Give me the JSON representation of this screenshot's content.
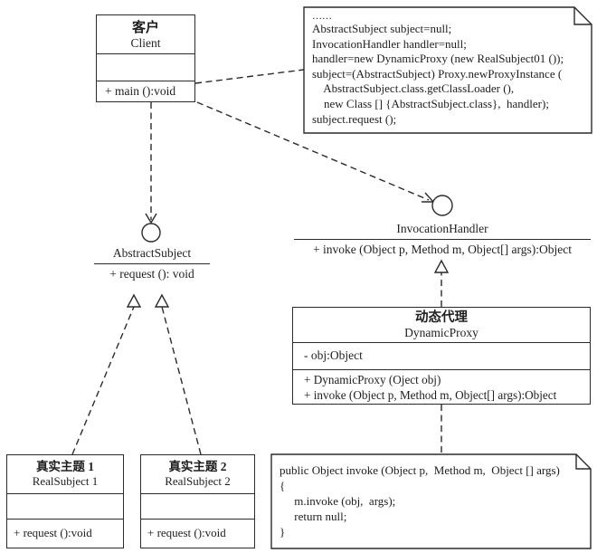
{
  "colors": {
    "line": "#2b2b2b",
    "background": "#ffffff"
  },
  "client": {
    "title_cn": "客户",
    "title_en": "Client",
    "method": "+ main ():void"
  },
  "abstract_subject": {
    "name": "AbstractSubject",
    "method": "+ request (): void"
  },
  "invocation_handler": {
    "name": "InvocationHandler",
    "method": "+ invoke (Object p, Method m, Object[] args):Object"
  },
  "dynamic_proxy": {
    "title_cn": "动态代理",
    "title_en": "DynamicProxy",
    "attribute": "- obj:Object",
    "method1": "+ DynamicProxy (Oject obj)",
    "method2": "+ invoke (Object p, Method m, Object[] args):Object"
  },
  "real_subject_1": {
    "title_cn": "真实主题 1",
    "title_en": "RealSubject 1",
    "method": "+ request ():void"
  },
  "real_subject_2": {
    "title_cn": "真实主题 2",
    "title_en": "RealSubject 2",
    "method": "+ request ():void"
  },
  "client_code_note": {
    "lines": [
      "……",
      "AbstractSubject subject=null;",
      "InvocationHandler handler=null;",
      "handler=new DynamicProxy (new RealSubject01 ());",
      "subject=(AbstractSubject) Proxy.newProxyInstance (",
      "    AbstractSubject.class.getClassLoader (),",
      "    new Class [] {AbstractSubject.class},  handler);",
      "subject.request ();"
    ]
  },
  "invoke_code_note": {
    "lines": [
      "public Object invoke (Object p,  Method m,  Object [] args)",
      "{",
      "     m.invoke (obj,  args);",
      "     return null;",
      "}"
    ]
  }
}
